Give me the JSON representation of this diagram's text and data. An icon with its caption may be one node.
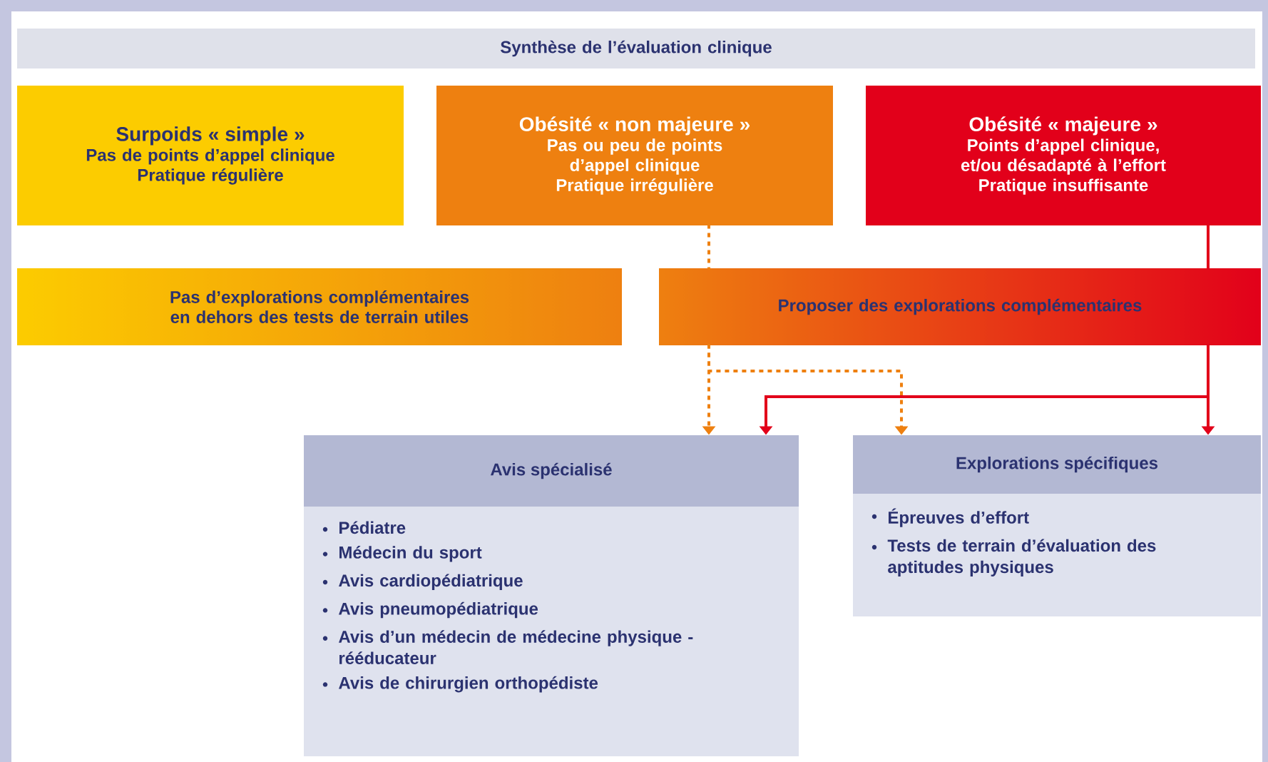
{
  "diagram": {
    "nodes": [
      {
        "text": [
          "Synthèse de l’évaluation clinique"
        ]
      },
      {
        "text": [
          "Surpoids « simple »",
          "Pas de points d’appel clinique",
          "Pratique régulière"
        ]
      },
      {
        "text": [
          "Obésité « non majeure »",
          "Pas ou peu de points d’appel clinique",
          "Pratique irrégulière"
        ]
      },
      {
        "text": [
          "Obésité « majeure »",
          "Points d’appel clinique, et/ou désadapté à l’effort",
          "Pratique insuffisante"
        ]
      },
      {
        "text": [
          "Pas d’explorations complémentaires en dehors des tests de terrain utiles"
        ]
      },
      {
        "text": [
          "Proposer des explorations complémentaires"
        ]
      },
      {
        "text": [
          "Avis spécialisé",
          "Pédiatre",
          "Médecin du sport",
          "Avis cardiopédiatrique",
          "Avis pneumopédiatrique",
          "Avis d’un médecin de médecine physique - rééducateur",
          "Avis de chirurgien orthopédiste"
        ]
      },
      {
        "text": [
          "Explorations spécifiques",
          "Épreuves d’effort",
          "Tests de terrain d’évaluation des aptitudes physiques"
        ]
      }
    ],
    "edges": [
      {
        "from": 2,
        "to": 5,
        "arrow": "none",
        "style": "dashed",
        "color": "#ee8010"
      },
      {
        "from": 5,
        "to": 6,
        "arrow": "to",
        "style": "dashed",
        "color": "#ee8010"
      },
      {
        "from": 5,
        "to": 7,
        "arrow": "to",
        "style": "dashed",
        "color": "#ee8010"
      },
      {
        "from": 3,
        "to": 5,
        "arrow": "none",
        "color": "#e2001a"
      },
      {
        "from": 5,
        "to": 6,
        "arrow": "to",
        "color": "#e2001a"
      },
      {
        "from": 5,
        "to": 7,
        "arrow": "to",
        "color": "#e2001a"
      }
    ]
  }
}
